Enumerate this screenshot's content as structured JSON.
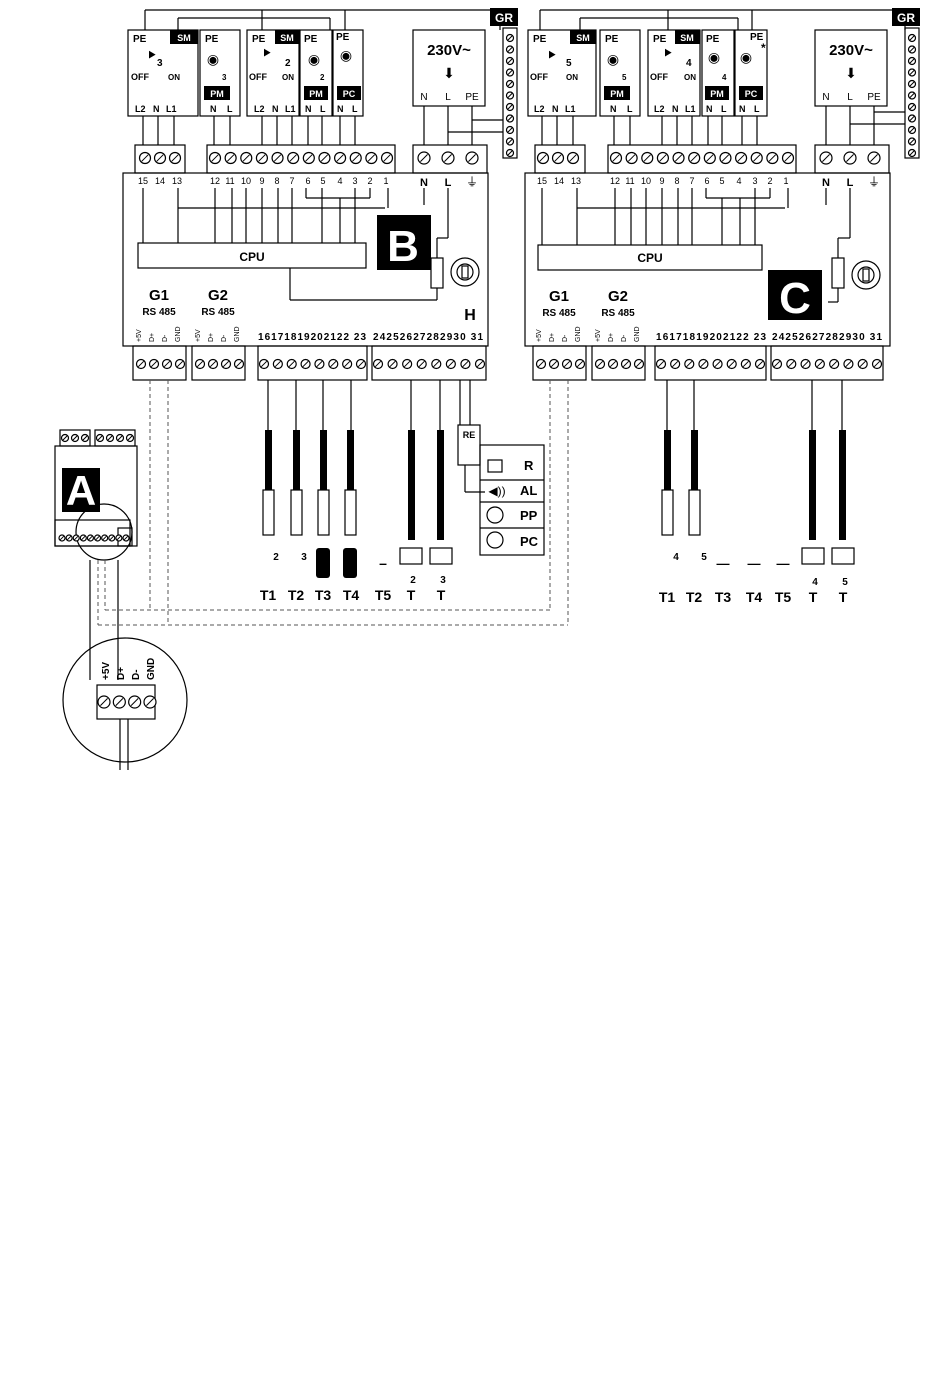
{
  "controller_b": {
    "badge": "B",
    "cpu": "CPU",
    "h_label": "H",
    "power": "230V~",
    "gr": "GR",
    "power_terms": [
      "N",
      "L",
      "PE"
    ],
    "top_numbers_left": [
      "15",
      "14",
      "13"
    ],
    "top_numbers_mid": [
      "12",
      "11",
      "10",
      "9",
      "8",
      "7",
      "6",
      "5",
      "4",
      "3",
      "2",
      "1"
    ],
    "top_numbers_right": [
      "N",
      "L"
    ],
    "g1": "G1",
    "g2": "G2",
    "rs485": "RS 485",
    "bus_pins": [
      "+5V",
      "D+",
      "D-",
      "GND"
    ],
    "bottom_numbers_1": "16171819202122 23",
    "bottom_numbers_2": "24252627282930 31",
    "modules": [
      {
        "pe": "PE",
        "tag": "SM",
        "num": "3",
        "off": "OFF",
        "on": "ON",
        "terms": [
          "L2",
          "N",
          "L1"
        ]
      },
      {
        "pe": "PE",
        "tag": "PM",
        "num": "3",
        "terms": [
          "N",
          "L"
        ]
      },
      {
        "pe": "PE",
        "tag": "SM",
        "num": "2",
        "off": "OFF",
        "on": "ON",
        "terms": [
          "L2",
          "N",
          "L1"
        ]
      },
      {
        "pe": "PE",
        "tag": "PM",
        "num": "2",
        "terms": [
          "N",
          "L"
        ]
      },
      {
        "pe": "PE",
        "tag": "PC",
        "terms": [
          "N",
          "L"
        ]
      }
    ],
    "sensors": [
      "T1",
      "T2",
      "T3",
      "T4",
      "T5",
      "T",
      "T"
    ],
    "sensor_nums": [
      "2",
      "3",
      "2",
      "3"
    ],
    "outputs": {
      "re": "RE",
      "items": [
        "R",
        "AL",
        "PP",
        "PC"
      ]
    }
  },
  "controller_c": {
    "badge": "C",
    "cpu": "CPU",
    "power": "230V~",
    "gr": "GR",
    "power_terms": [
      "N",
      "L",
      "PE"
    ],
    "top_numbers_left": [
      "15",
      "14",
      "13"
    ],
    "top_numbers_mid": [
      "12",
      "11",
      "10",
      "9",
      "8",
      "7",
      "6",
      "5",
      "4",
      "3",
      "2",
      "1"
    ],
    "top_numbers_right": [
      "N",
      "L"
    ],
    "g1": "G1",
    "g2": "G2",
    "rs485": "RS 485",
    "bus_pins": [
      "+5V",
      "D+",
      "D-",
      "GND"
    ],
    "bottom_numbers_1": "16171819202122 23",
    "bottom_numbers_2": "24252627282930 31",
    "modules": [
      {
        "pe": "PE",
        "tag": "SM",
        "num": "5",
        "off": "OFF",
        "on": "ON",
        "terms": [
          "L2",
          "N",
          "L1"
        ]
      },
      {
        "pe": "PE",
        "tag": "PM",
        "num": "5",
        "terms": [
          "N",
          "L"
        ]
      },
      {
        "pe": "PE",
        "tag": "SM",
        "num": "4",
        "off": "OFF",
        "on": "ON",
        "terms": [
          "L2",
          "N",
          "L1"
        ]
      },
      {
        "pe": "PE",
        "tag": "PM",
        "num": "4",
        "terms": [
          "N",
          "L"
        ]
      },
      {
        "pe": "PE",
        "tag": "PC",
        "star": "*",
        "terms": [
          "N",
          "L"
        ]
      }
    ],
    "sensors": [
      "T1",
      "T2",
      "T3",
      "T4",
      "T5",
      "T",
      "T"
    ],
    "sensor_nums": [
      "4",
      "5",
      "4",
      "5"
    ],
    "dashes": [
      "—",
      "—",
      "—"
    ]
  },
  "module_a": {
    "badge": "A",
    "zoom_pins": [
      "+5V",
      "D+",
      "D-",
      "GND"
    ]
  }
}
